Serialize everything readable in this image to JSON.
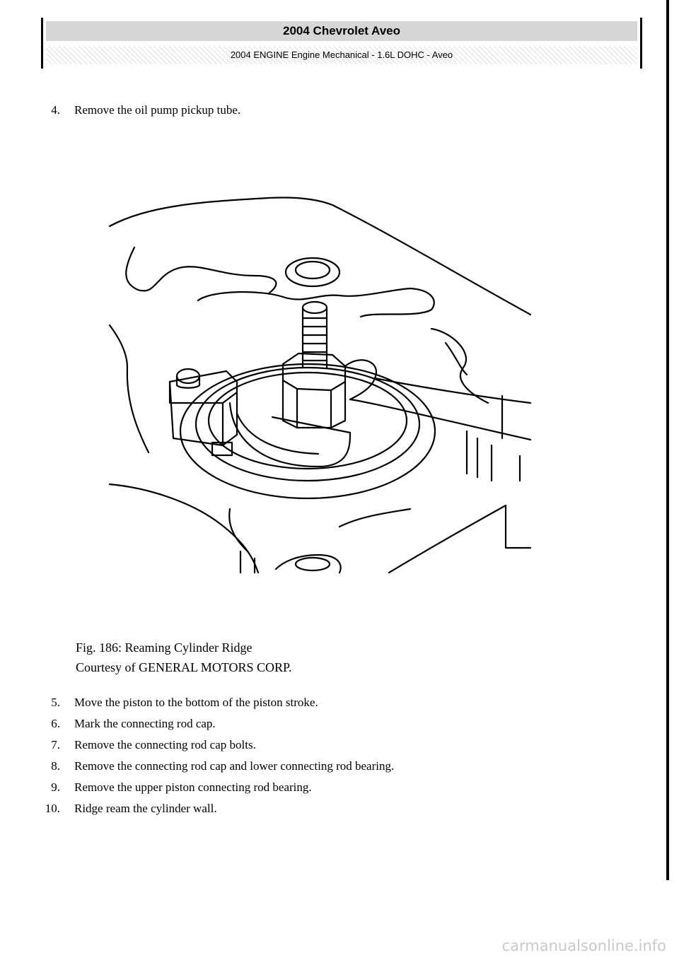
{
  "header": {
    "title": "2004 Chevrolet Aveo",
    "subtitle": "2004 ENGINE Engine Mechanical - 1.6L DOHC - Aveo"
  },
  "steps_top": [
    {
      "num": "4.",
      "text": "Remove the oil pump pickup tube."
    }
  ],
  "figure": {
    "caption": "Fig. 186: Reaming Cylinder Ridge",
    "courtesy": "Courtesy of GENERAL MOTORS CORP."
  },
  "steps": [
    {
      "num": "5.",
      "text": "Move the piston to the bottom of the piston stroke."
    },
    {
      "num": "6.",
      "text": "Mark the connecting rod cap."
    },
    {
      "num": "7.",
      "text": "Remove the connecting rod cap bolts."
    },
    {
      "num": "8.",
      "text": "Remove the connecting rod cap and lower connecting rod bearing."
    },
    {
      "num": "9.",
      "text": "Remove the upper piston connecting rod bearing."
    },
    {
      "num": "10.",
      "text": "Ridge ream the cylinder wall."
    }
  ],
  "watermark": "carmanualsonline.info"
}
